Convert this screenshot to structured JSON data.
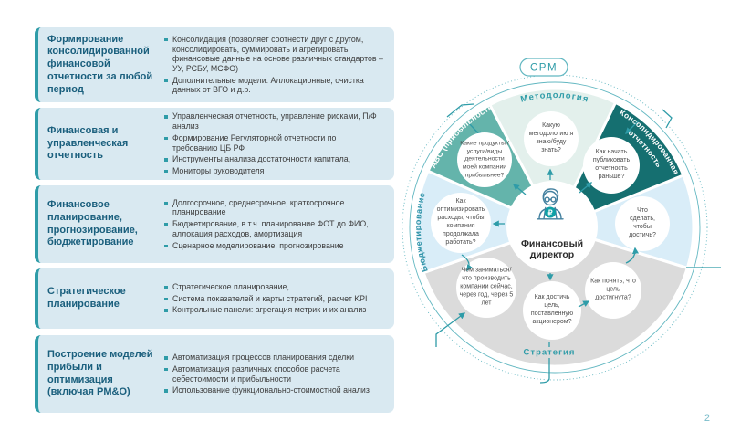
{
  "colors": {
    "accent": "#2F9CA8",
    "panel_bg": "#D9E9F1",
    "panel_title": "#1A5F7D",
    "text_body": "#3C3C3C",
    "seg_methodology": "#E3F0EC",
    "seg_consolidated": "#156F70",
    "seg_blue": "#D9EDF8",
    "seg_strategy": "#DBDBDB",
    "seg_abc": "#64B4AB",
    "ring": "#62B7C1",
    "budget_label": "#2F93A8",
    "bubble_text": "#4D4D4D",
    "center_text": "#2B2B2B",
    "icon_stroke": "#43809F",
    "badge": "#0FA0A6",
    "page_num": "#79BCCA"
  },
  "panels": [
    {
      "title": "Формирование консолидированной финансовой отчетности  за любой период",
      "bullets": [
        "Консолидация (позволяет соотнести друг с другом, консолидировать, суммировать и агрегировать финансовые данные на основе различных стандартов – УУ, РСБУ, МСФО)",
        "Дополнительные модели: Аллокационные, очистка данных от ВГО и д.р."
      ]
    },
    {
      "title": "Финансовая и управленческая отчетность",
      "bullets": [
        "Управленческая отчетность, управление рисками, П/Ф анализ",
        "Формирование Регуляторной отчетности по требованию ЦБ РФ",
        "Инструменты анализа достаточности капитала,",
        "Мониторы руководителя"
      ]
    },
    {
      "title": "Финансовое планирование, прогнозирование, бюджетирование",
      "bullets": [
        "Долгосрочное, среднесрочное, краткосрочное планирование",
        "Бюджетирование, в т.ч.  планирование ФОТ до ФИО, аллокация расходов, амортизация",
        "Сценарное моделирование, прогнозирование"
      ]
    },
    {
      "title": "Стратегическое планирование",
      "bullets": [
        "Стратегическое планирование,",
        "Система показателей и карты стратегий, расчет KPI",
        "Контрольные панели: агрегация метрик и их анализ"
      ]
    },
    {
      "title": "Построение моделей прибыли и оптимизация (включая PM&O)",
      "bullets": [
        "Автоматизация процессов планирования сделки",
        "Автоматизация различных способов расчета себестоимости и прибыльности",
        "Использование функционально-стоимостной анализ"
      ]
    }
  ],
  "wheel": {
    "badge": "CPM",
    "center_label": "Финансовый директор",
    "ruble": "₽",
    "labels": {
      "methodology": "Методология",
      "consolidated_1": "Консолидированная",
      "consolidated_2": "отчетность",
      "abc": "ABC (прибыльность)",
      "budgeting": "Бюджетирование",
      "strategy": "Стратегия"
    },
    "questions": {
      "abc": "Какие продукты /услуги/виды деятельности моей компании прибыльнее?",
      "methodology": "Какую методологию я знаю/буду знать?",
      "consolidation": "Как начать публиковать отчетность раньше?",
      "what_to_do": "Что сделать, чтобы достичь?",
      "goal_achieved": "Как понять, что цель достигнута?",
      "achieve_goal": "Как достичь цель, поставленную акционером?",
      "what_produce": "Чем заниматься/ что производить компании сейчас, через год, через 5 лет",
      "optimize": "Как оптимизировать расходы, чтобы компания продолжала работать?"
    }
  },
  "page": {
    "number": "2"
  }
}
